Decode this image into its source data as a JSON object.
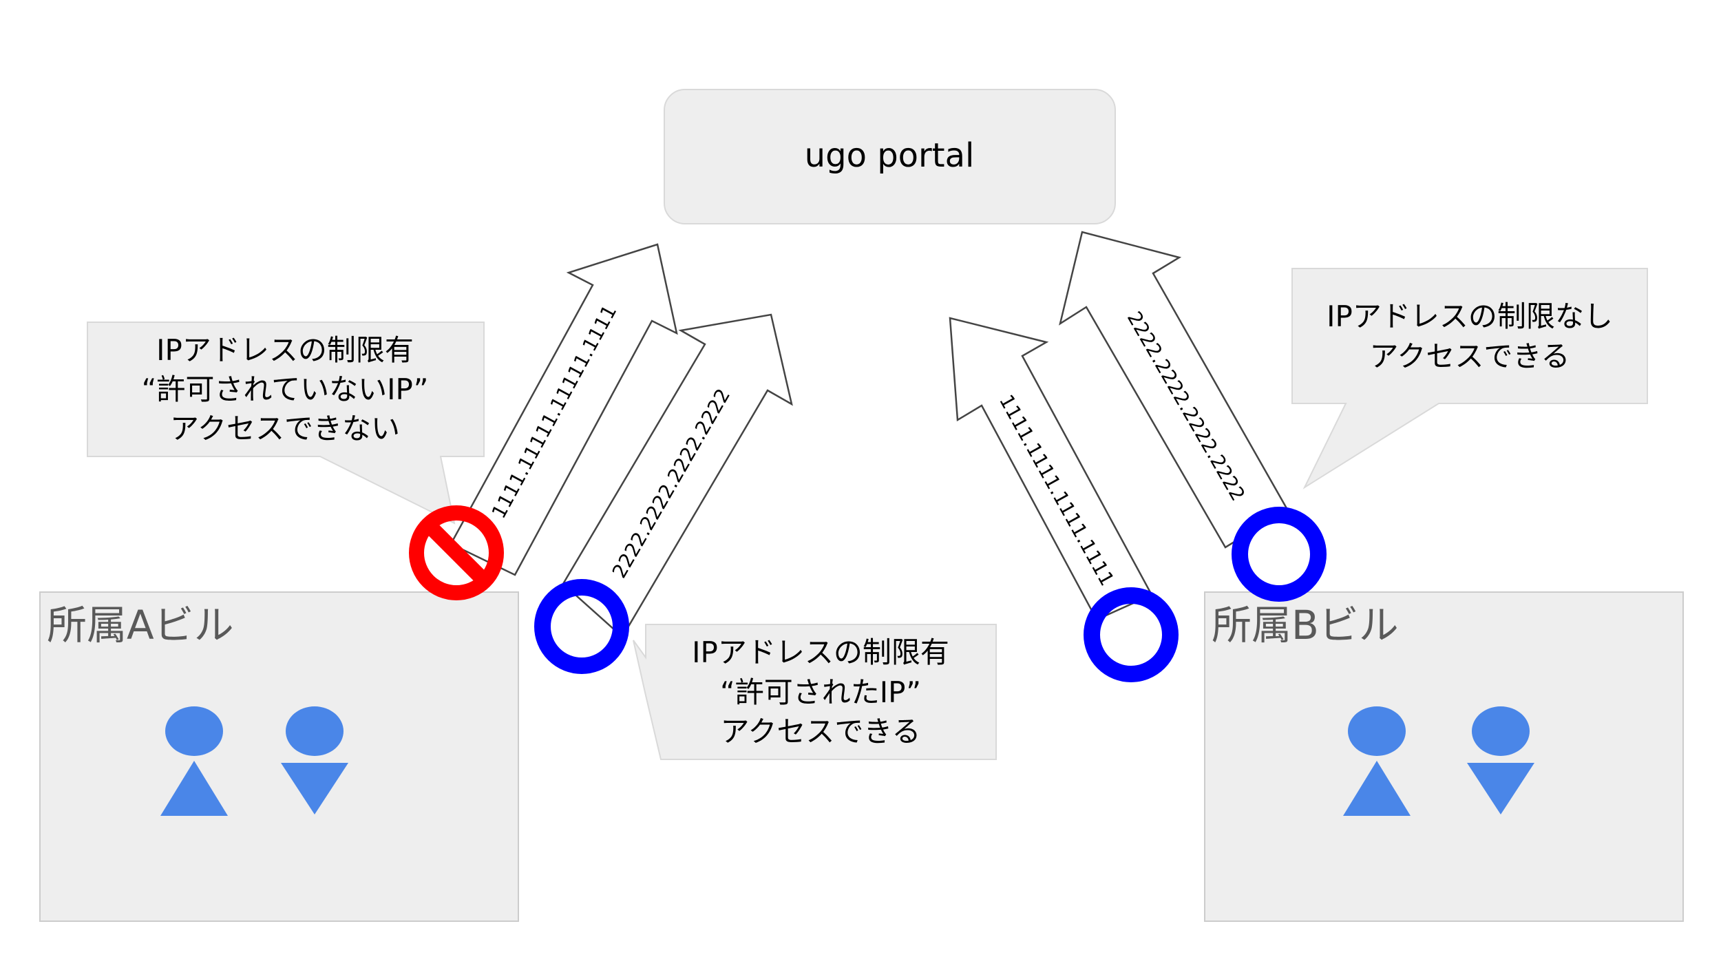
{
  "portal": {
    "label": "ugo portal"
  },
  "buildings": {
    "a": {
      "label": "所属Aビル"
    },
    "b": {
      "label": "所属Bビル"
    }
  },
  "arrows": {
    "a_denied": {
      "ip": "1111.11111.11111.1111"
    },
    "a_allowed": {
      "ip": "2222.2222.2222.2222"
    },
    "b_first": {
      "ip": "1111.1111.1111.1111"
    },
    "b_second": {
      "ip": "2222.2222.2222.2222"
    }
  },
  "callouts": {
    "restricted_denied": {
      "lines": [
        "IPアドレスの制限有",
        "“許可されていないIP”",
        "アクセスできない"
      ]
    },
    "restricted_allowed": {
      "lines": [
        "IPアドレスの制限有",
        "“許可されたIP”",
        "アクセスできる"
      ]
    },
    "unrestricted": {
      "lines": [
        "IPアドレスの制限なし",
        "アクセスできる"
      ]
    }
  },
  "colors": {
    "box_fill": "#eeeeee",
    "box_stroke": "#cccccc",
    "person": "#4a86e8",
    "deny": "#ff0000",
    "allow": "#0000ff"
  },
  "icons": {
    "deny": "prohibited-icon",
    "allow": "ring-icon",
    "person_up": "person-icon",
    "person_down": "person-icon"
  }
}
